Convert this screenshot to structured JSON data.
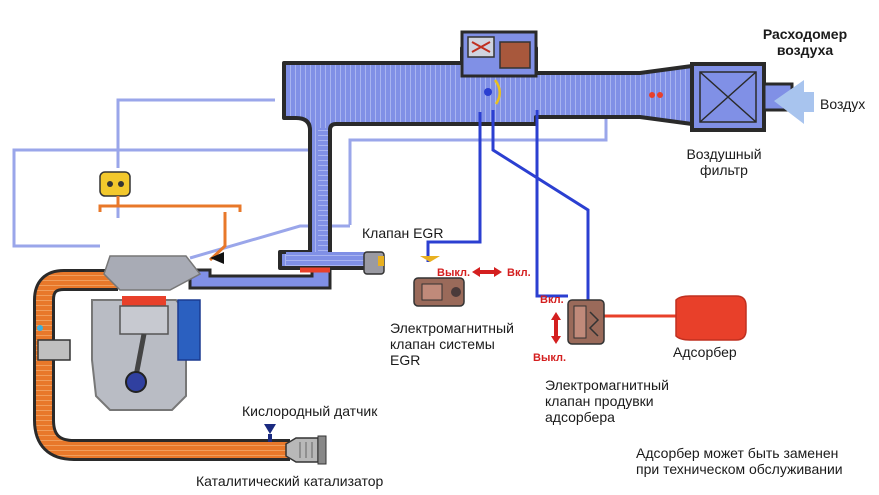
{
  "labels": {
    "air_flow_meter": "Расходомер\nвоздуха",
    "air_in": "Воздух",
    "air_filter": "Воздушный\nфильтр",
    "egr_valve": "Клапан EGR",
    "egr_solenoid": "Электромагнитный\nклапан системы\nEGR",
    "purge_solenoid": "Электромагнитный\nклапан продувки\nадсорбера",
    "canister": "Адсорбер",
    "oxygen_sensor": "Кислородный датчик",
    "catalytic_converter": "Каталитический катализатор",
    "note": "Адсорбер может быть заменен\nпри техническом обслуживании"
  },
  "states": {
    "egr_off": "Выкл.",
    "egr_on": "Вкл.",
    "purge_on": "Вкл.",
    "purge_off": "Выкл."
  },
  "colors": {
    "intake_fill": "#7f8fe8",
    "intake_outline": "#2a2a2a",
    "exhaust": "#e8782a",
    "vacuum_line": "#2b3fd1",
    "light_line": "#9aa6ea",
    "canister": "#e8402a",
    "engine_block": "#b9bcc4",
    "accent_red": "#d41f1f"
  }
}
